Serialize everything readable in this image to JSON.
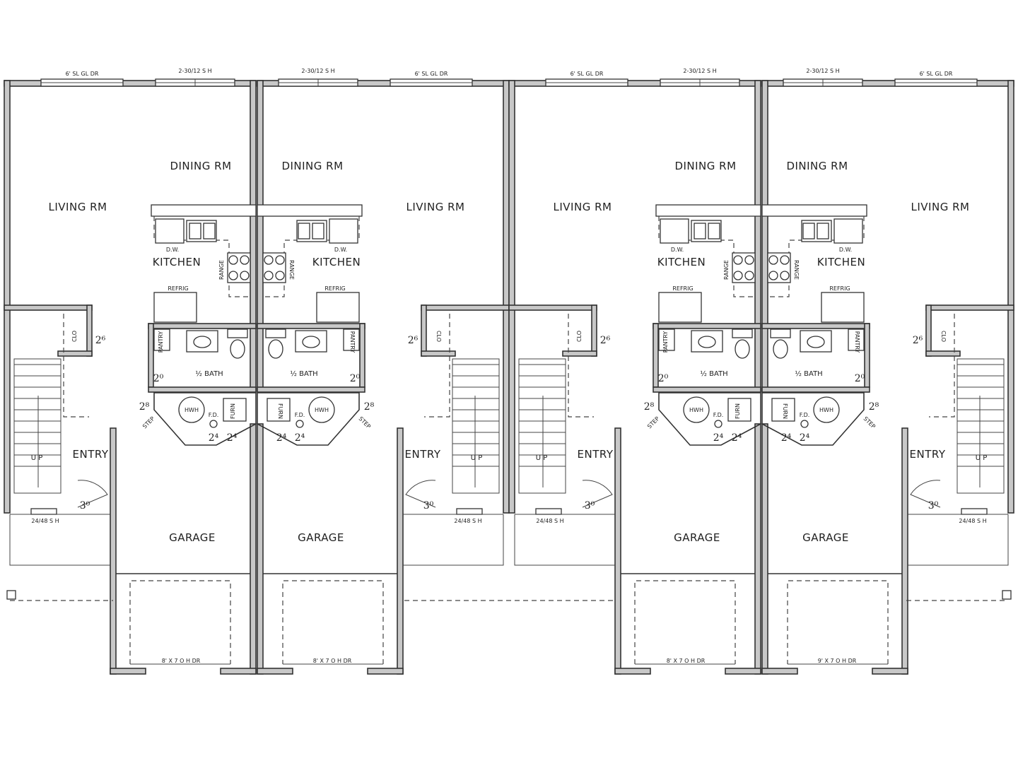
{
  "rooms": {
    "living": "LIVING RM",
    "dining": "DINING RM",
    "kitchen": "KITCHEN",
    "half_bath": "½ BATH",
    "entry": "ENTRY",
    "garage": "GARAGE"
  },
  "labels": {
    "dw": "D.W.",
    "refrig": "REFRIG",
    "range": "RANGE",
    "pantry": "PANTRY",
    "clo": "CLO",
    "hwh": "HWH",
    "furn": "FURN",
    "fd": "F.D.",
    "step": "STEP",
    "up": "U P"
  },
  "windows": {
    "slider": "6' SL GL DR",
    "double": "2-30/12 S H",
    "entry_window": "24/48 S H"
  },
  "garage_doors": [
    "8' X 7 O H DR",
    "8' X 7 O H DR",
    "8' X 7 O H DR",
    "9' X 7 O H DR"
  ],
  "door_sizes": {
    "d20": "2⁰",
    "d26": "2⁶",
    "d24": "2⁴",
    "d28": "2⁸",
    "d30": "3⁰"
  }
}
